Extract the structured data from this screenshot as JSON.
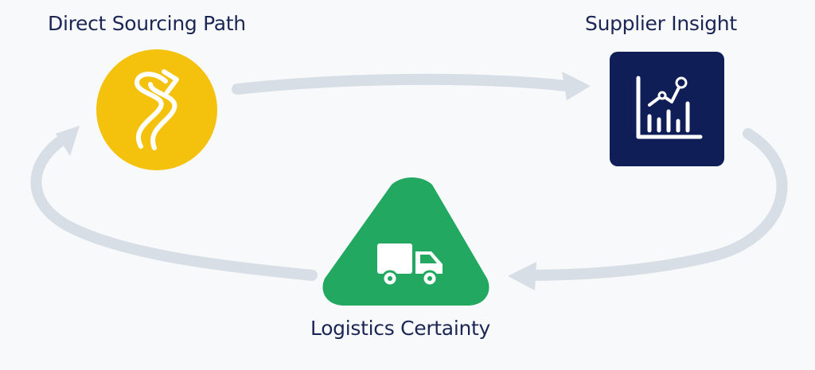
{
  "nodes": {
    "direct_sourcing": {
      "label": "Direct Sourcing Path",
      "shape": "circle",
      "color": "#f4c20d",
      "icon": "winding-path-arrow-icon"
    },
    "supplier_insight": {
      "label": "Supplier Insight",
      "shape": "rounded-square",
      "color": "#0f1e57",
      "icon": "bar-chart-trend-icon"
    },
    "logistics_certainty": {
      "label": "Logistics Certainty",
      "shape": "triangle",
      "color": "#22a861",
      "icon": "delivery-truck-icon"
    }
  },
  "flow": [
    {
      "from": "direct_sourcing",
      "to": "supplier_insight"
    },
    {
      "from": "supplier_insight",
      "to": "logistics_certainty"
    },
    {
      "from": "logistics_certainty",
      "to": "direct_sourcing"
    }
  ],
  "colors": {
    "arrow": "#d7dee6",
    "label_text": "#1c2655",
    "background": "#f8f9fb",
    "icon_stroke": "#ffffff"
  }
}
